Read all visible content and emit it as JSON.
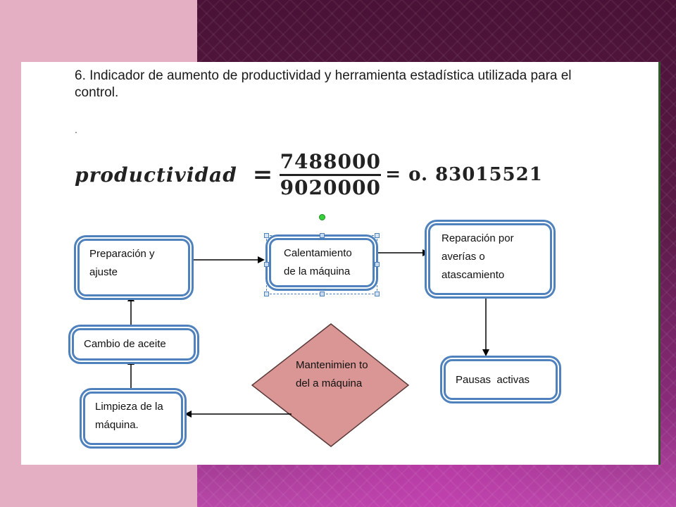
{
  "slide": {
    "heading": "6. Indicador de aumento de productividad y herramienta estadística utilizada para el control.",
    "dot": ".",
    "formula": {
      "lhs": "productividad",
      "equals": "=",
      "numerator": "7488000",
      "denominator": "9020000",
      "result": "= o. 83015521"
    }
  },
  "diagram": {
    "nodes": {
      "preparacion": "Preparación y ajuste",
      "calentamiento": "Calentamiento de la máquina",
      "reparacion": "Reparación por averías o atascamiento",
      "pausas": "Pausas  activas",
      "cambio": "Cambio de aceite",
      "limpieza": "Limpieza de la máquina.",
      "mantenimiento": "Mantenimien to del a máquina"
    },
    "colors": {
      "node_border": "#4f81bd",
      "diamond_fill": "#d99694",
      "arrow": "#000000"
    }
  }
}
